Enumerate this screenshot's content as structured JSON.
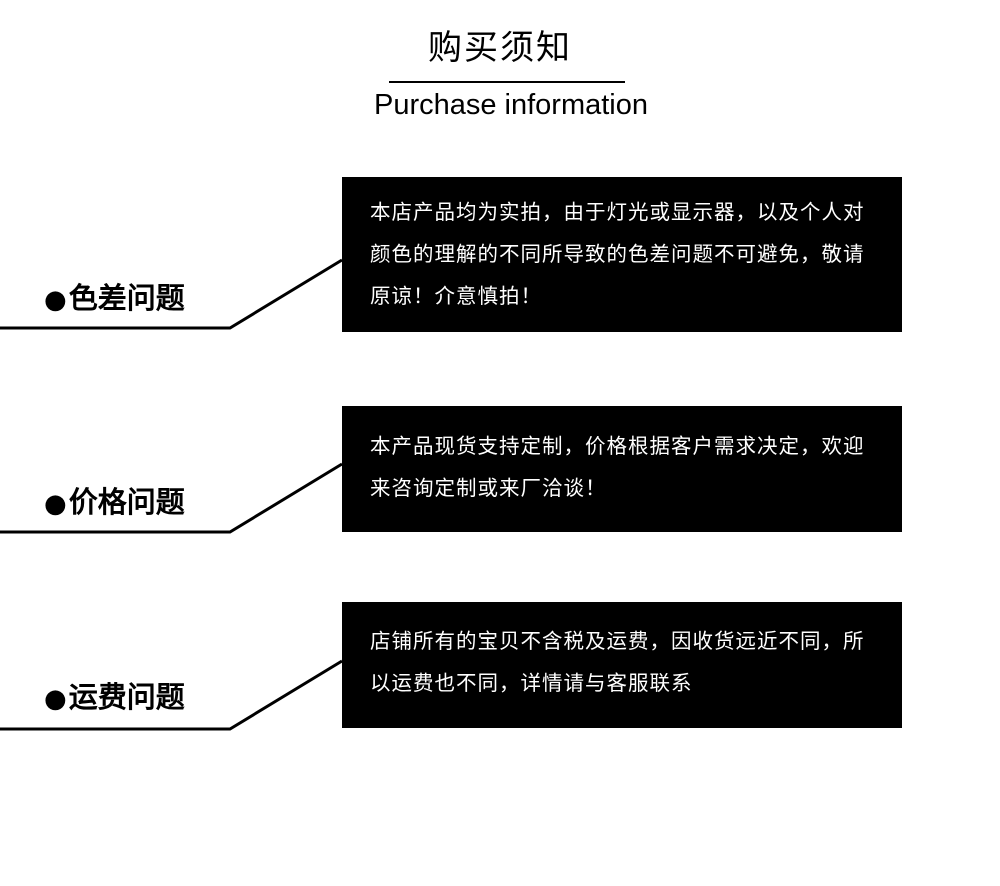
{
  "header": {
    "title_cn": "购买须知",
    "title_en": "Purchase information"
  },
  "sections": [
    {
      "label": "色差问题",
      "text": "本店产品均为实拍，由于灯光或显示器，以及个人对颜色的理解的不同所导致的色差问题不可避免，敬请原谅！介意慎拍！"
    },
    {
      "label": "价格问题",
      "text": "本产品现货支持定制，价格根据客户需求决定，欢迎来咨询定制或来厂洽谈！"
    },
    {
      "label": "运费问题",
      "text": "店铺所有的宝贝不含税及运费，因收货远近不同，所以运费也不同，详情请与客服联系"
    }
  ],
  "bullet_glyph": "●"
}
